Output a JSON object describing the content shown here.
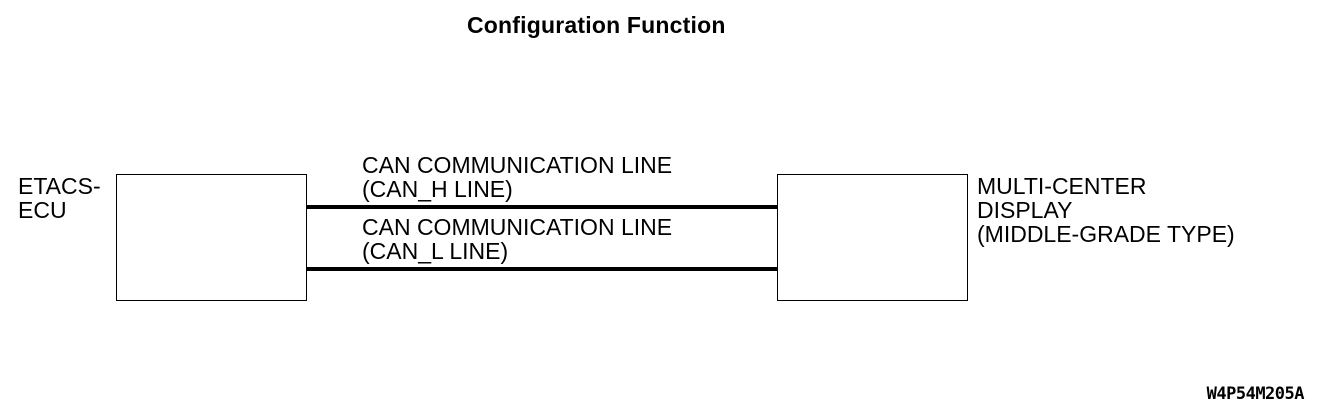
{
  "title": "Configuration Function",
  "components": {
    "ecu": {
      "label_lines": [
        "ETACS-",
        "ECU"
      ]
    },
    "display": {
      "label_lines": [
        "MULTI-CENTER",
        "DISPLAY",
        "(MIDDLE-GRADE TYPE)"
      ]
    }
  },
  "connections": {
    "can_h": {
      "label_lines": [
        "CAN COMMUNICATION LINE",
        "(CAN_H LINE)"
      ]
    },
    "can_l": {
      "label_lines": [
        "CAN COMMUNICATION LINE",
        "(CAN_L LINE)"
      ]
    }
  },
  "figure_id": "W4P54M205A"
}
